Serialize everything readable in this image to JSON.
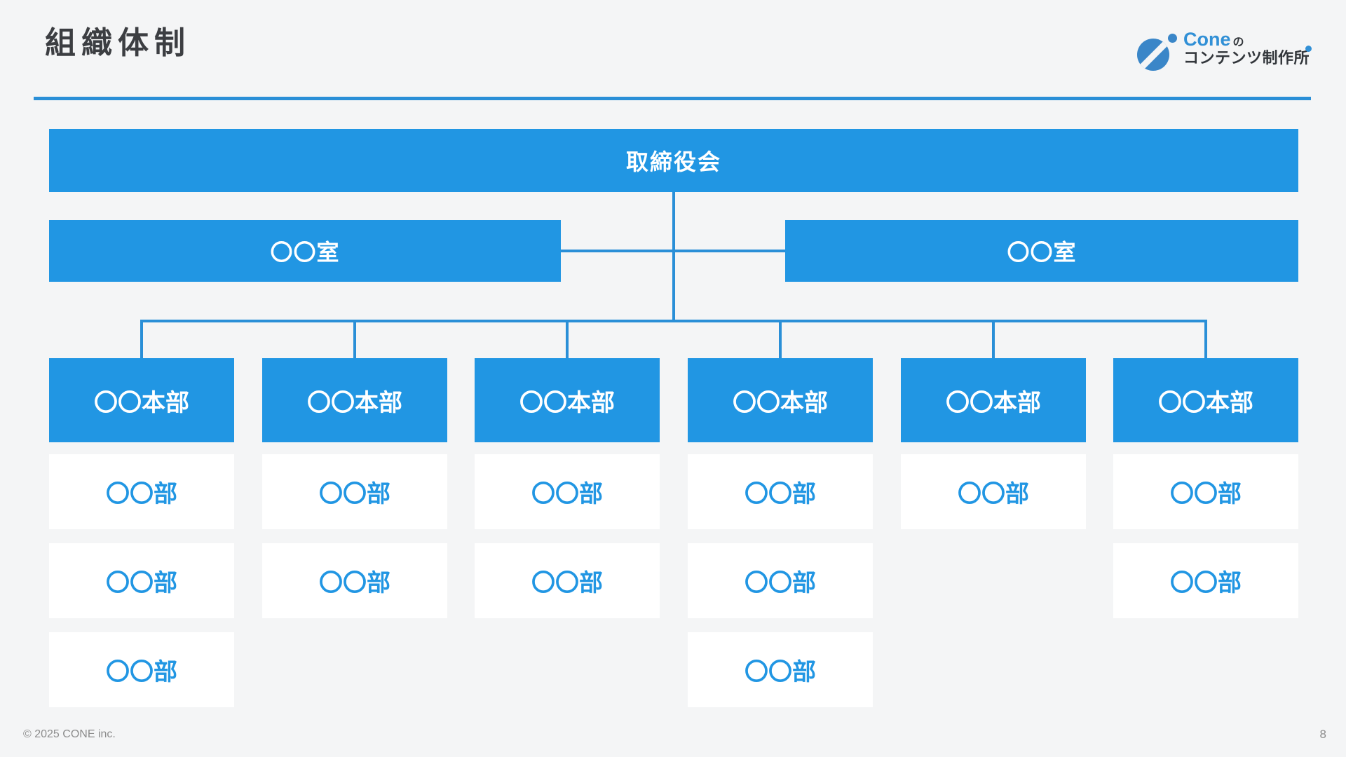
{
  "header": {
    "title": "組織体制"
  },
  "logo": {
    "brand": "Cone",
    "particle": "の",
    "subtitle": "コンテンツ制作所"
  },
  "chart": {
    "root": "取締役会",
    "offices": [
      "〇〇室",
      "〇〇室"
    ],
    "divisions": [
      {
        "label": "〇〇本部",
        "departments": [
          "〇〇部",
          "〇〇部",
          "〇〇部"
        ]
      },
      {
        "label": "〇〇本部",
        "departments": [
          "〇〇部",
          "〇〇部"
        ]
      },
      {
        "label": "〇〇本部",
        "departments": [
          "〇〇部",
          "〇〇部"
        ]
      },
      {
        "label": "〇〇本部",
        "departments": [
          "〇〇部",
          "〇〇部",
          "〇〇部"
        ]
      },
      {
        "label": "〇〇本部",
        "departments": [
          "〇〇部"
        ]
      },
      {
        "label": "〇〇本部",
        "departments": [
          "〇〇部",
          "〇〇部"
        ]
      }
    ]
  },
  "footer": {
    "copyright": "© 2025 CONE inc.",
    "page_number": "8"
  },
  "colors": {
    "accent": "#2196e3",
    "connector": "#2a8fd7",
    "logo_blue": "#3a86c8",
    "cone_text_blue": "#3190d6",
    "title_text": "#3c3e42",
    "dark_text": "#32363b",
    "muted_text": "#8c8c8c",
    "background": "#f4f5f6"
  }
}
